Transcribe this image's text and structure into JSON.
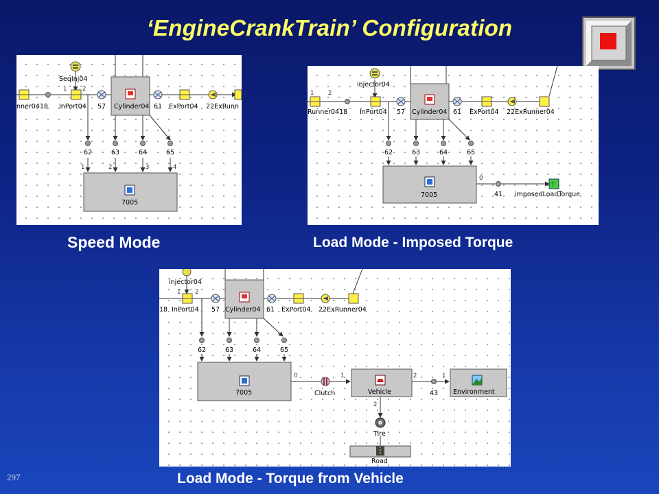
{
  "title": "‘EngineCrankTrain’ Configuration",
  "slide_number": "297",
  "icons": {
    "logo": "red-square-window-icon"
  },
  "colors": {
    "title": "#ffff66",
    "caption": "#ffffff",
    "accent_red": "#ee1111"
  },
  "panels": {
    "speed_mode": {
      "caption": "Speed Mode",
      "labels": {
        "seqinj": "SeqInj04",
        "runner": "nner0418",
        "inport": "InPort04",
        "n57": "57",
        "cylinder": "Cylinder04",
        "n61": "61",
        "export": "ExPort04",
        "exrunner": "22ExRunn",
        "n62": "62",
        "n63": "63",
        "n64": "64",
        "n65": "65",
        "block": "7005"
      }
    },
    "imposed_torque": {
      "caption": "Load Mode - Imposed Torque",
      "labels": {
        "injector": "injector04",
        "runner": "Runner0418",
        "inport": "InPort04",
        "n57": "57",
        "cylinder": "Cylinder04",
        "n61": "61",
        "export": "ExPort04",
        "exrunner": "22ExRunner04",
        "n62": "62",
        "n63": "63",
        "n64": "64",
        "n65": "65",
        "block": "7005",
        "n41": "41",
        "torque": "imposedLoadTorque"
      }
    },
    "torque_vehicle": {
      "caption": "Load Mode - Torque from Vehicle",
      "labels": {
        "injector": "injector04",
        "n18": "18",
        "inport": "InPort04",
        "n57": "57",
        "cylinder": "Cylinder04",
        "n61": "61",
        "export": "ExPort04",
        "exrunner": "22ExRunner04",
        "n62": "62",
        "n63": "63",
        "n64": "64",
        "n65": "65",
        "block": "7005",
        "clutch": "Clutch",
        "vehicle": "Vehicle",
        "n43": "43",
        "environment": "Environment",
        "tire": "Tire",
        "road": "Road"
      }
    }
  }
}
